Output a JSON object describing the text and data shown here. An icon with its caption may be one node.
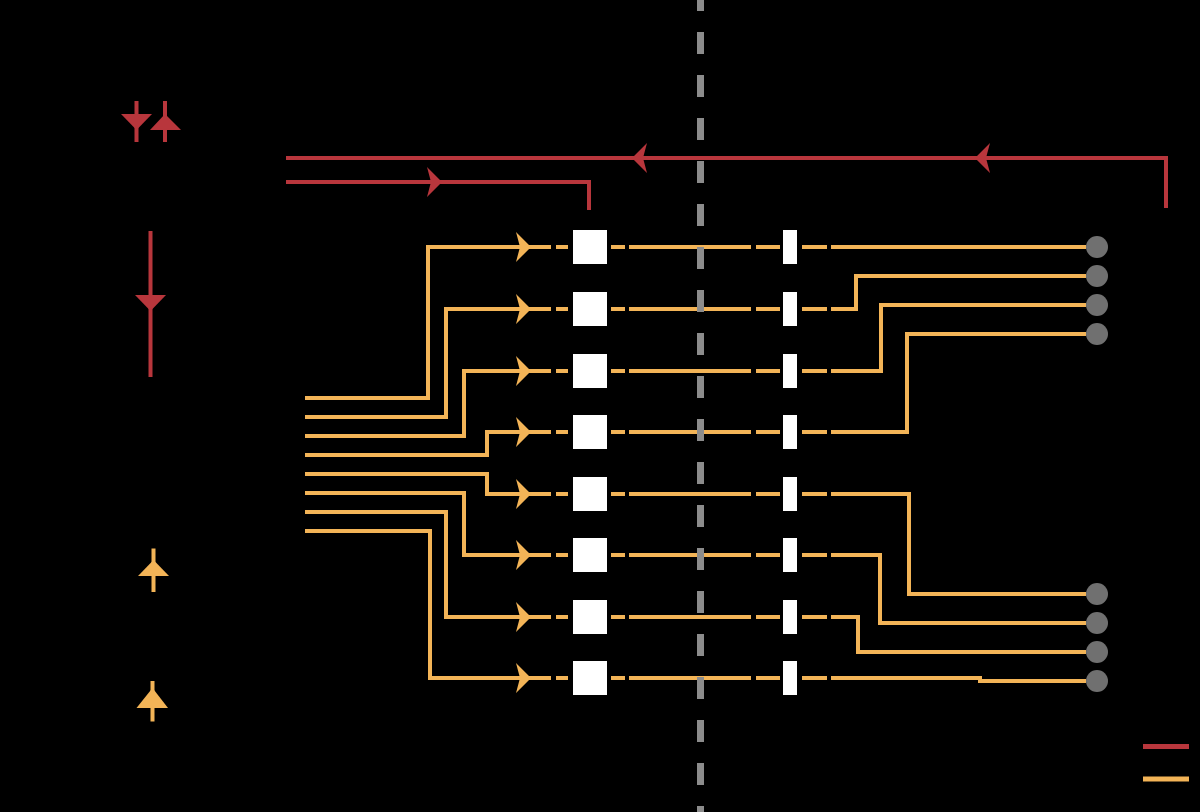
{
  "diagram": {
    "nodes": [
      {
        "text": [],
        "shape": "box"
      },
      {
        "text": [],
        "shape": "box"
      },
      {
        "text": [],
        "shape": "box"
      },
      {
        "text": [],
        "shape": "box"
      },
      {
        "text": [],
        "shape": "box"
      },
      {
        "text": [],
        "shape": "box"
      },
      {
        "text": [],
        "shape": "box"
      },
      {
        "text": [],
        "shape": "box"
      },
      {
        "text": [],
        "shape": "bar"
      },
      {
        "text": [],
        "shape": "bar"
      },
      {
        "text": [],
        "shape": "bar"
      },
      {
        "text": [],
        "shape": "bar"
      },
      {
        "text": [],
        "shape": "bar"
      },
      {
        "text": [],
        "shape": "bar"
      },
      {
        "text": [],
        "shape": "bar"
      },
      {
        "text": [],
        "shape": "bar"
      },
      {
        "text": [],
        "shape": "circle"
      },
      {
        "text": [],
        "shape": "circle"
      },
      {
        "text": [],
        "shape": "circle"
      },
      {
        "text": [],
        "shape": "circle"
      },
      {
        "text": [],
        "shape": "circle"
      },
      {
        "text": [],
        "shape": "circle"
      },
      {
        "text": [],
        "shape": "circle"
      },
      {
        "text": [],
        "shape": "circle"
      }
    ],
    "edges": [
      {
        "from": null,
        "to": 0,
        "arrow": "to"
      },
      {
        "from": null,
        "to": 1,
        "arrow": "to"
      },
      {
        "from": null,
        "to": 2,
        "arrow": "to"
      },
      {
        "from": null,
        "to": 3,
        "arrow": "to"
      },
      {
        "from": null,
        "to": 4,
        "arrow": "to"
      },
      {
        "from": null,
        "to": 5,
        "arrow": "to"
      },
      {
        "from": null,
        "to": 6,
        "arrow": "to"
      },
      {
        "from": null,
        "to": 7,
        "arrow": "to"
      },
      {
        "from": 0,
        "to": 8,
        "arrow": "none",
        "style": "dashed"
      },
      {
        "from": 1,
        "to": 9,
        "arrow": "none",
        "style": "dashed"
      },
      {
        "from": 2,
        "to": 10,
        "arrow": "none",
        "style": "dashed"
      },
      {
        "from": 3,
        "to": 11,
        "arrow": "none",
        "style": "dashed"
      },
      {
        "from": 4,
        "to": 12,
        "arrow": "none",
        "style": "dashed"
      },
      {
        "from": 5,
        "to": 13,
        "arrow": "none",
        "style": "dashed"
      },
      {
        "from": 6,
        "to": 14,
        "arrow": "none",
        "style": "dashed"
      },
      {
        "from": 7,
        "to": 15,
        "arrow": "none",
        "style": "dashed"
      },
      {
        "from": 8,
        "to": 16,
        "arrow": "none"
      },
      {
        "from": 9,
        "to": 17,
        "arrow": "none"
      },
      {
        "from": 10,
        "to": 18,
        "arrow": "none"
      },
      {
        "from": 11,
        "to": 19,
        "arrow": "none"
      },
      {
        "from": 12,
        "to": 20,
        "arrow": "none"
      },
      {
        "from": 13,
        "to": 21,
        "arrow": "none"
      },
      {
        "from": 14,
        "to": 22,
        "arrow": "none"
      },
      {
        "from": 15,
        "to": 23,
        "arrow": "none"
      }
    ]
  }
}
